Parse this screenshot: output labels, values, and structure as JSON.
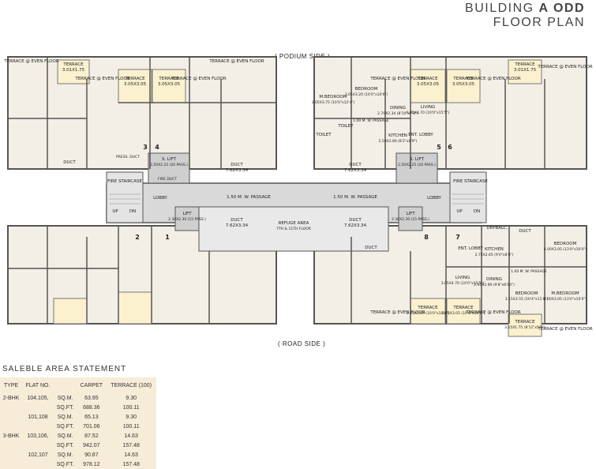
{
  "header": {
    "title_line1_prefix": "BUILDING ",
    "title_line1_bold": "A ODD",
    "title_line2": "FLOOR PLAN"
  },
  "sides": {
    "top": "( PODIUM SIDE )",
    "bottom": "( ROAD SIDE )"
  },
  "labels": {
    "terrace_even": "TERRACE @ EVEN FLOOR",
    "terrace": "TERRACE",
    "terrace_small": "3.01X1.75",
    "terrace_mid": "3.05X3.05",
    "terrace_mid_r": "3.05X3.05 (10'0\"x10'0\")",
    "duct": "DUCT",
    "duct_big": "7.62X3.34",
    "s_lift": "S. LIFT",
    "s_lift_dim": "2.50X2.25 (20 PASS.)",
    "lift": "LIFT",
    "lift_dim": "2.30X2.30 (15 PASS.)",
    "fire_staircase": "FIRE STAIRCASE",
    "lobby": "LOBBY",
    "passage": "1.50 M. W. PASSAGE",
    "passage_small": "1.00 M. W. PASSAGE",
    "refuge": "REFUGE AREA",
    "refuge_sub": "7TH & 11TH FLOOR",
    "up": "UP",
    "dn": "DN",
    "m_bedroom": "M.BEDROOM",
    "m_bedroom_dim": "3.05X3.75 (10'0\"x12'4\")",
    "m_bedroom2_dim": "4.00X3.05 (13'0\"x10'0\")",
    "bedroom": "BEDROOM",
    "bedroom_dim": "3.05X3.20 (10'0\"x10'6\")",
    "bedroom2_dim": "4.00X3.05 (13'0\"x10'0\")",
    "bedroom3_dim": "3.15X3.55 (10'4\"x11'8\")",
    "dining": "DINING",
    "dining_dim": "2.70X2.34 (8'10\"x7'8\")",
    "dining2_dim": "2.95X2.69 (9'8\"x8'10\")",
    "living": "LIVING",
    "living_dim": "3.05X4.70 (10'0\"x15'5\")",
    "kitchen": "KITCHEN",
    "kitchen_dim": "2.50X2.66 (8'2\"x8'9\")",
    "kitchen2_dim": "2.75X2.65 (9'0\"x8'8\")",
    "toilet": "TOILET",
    "ent_lobby": "ENT. LOBBY",
    "drybalc": "DRYBALC.",
    "terrace_bottom_r": "3.15X1.75 (8'11\"x5'9\")",
    "press_duct": "PRESS. DUCT",
    "fire_duct": "FIRE DUCT",
    "unit_numbers": [
      "1",
      "2",
      "3",
      "4",
      "5",
      "6",
      "7",
      "8"
    ]
  },
  "statement": {
    "title": "SALEBLE AREA STATEMENT",
    "headers": [
      "TYPE",
      "FLAT NO.",
      "",
      "CARPET",
      "TERRACE (100)"
    ],
    "rows": [
      [
        "2-BHK",
        "104,105,",
        "SQ.M.",
        "63.95",
        "9.30"
      ],
      [
        "",
        "",
        "SQ.FT.",
        "688.36",
        "100.11"
      ],
      [
        "",
        "101,108",
        "SQ.M.",
        "65.13",
        "9.30"
      ],
      [
        "",
        "",
        "SQ.FT.",
        "701.06",
        "100.11"
      ],
      [
        "3-BHK",
        "103,106,",
        "SQ.M.",
        "87.52",
        "14.63"
      ],
      [
        "",
        "",
        "SQ.FT.",
        "942.07",
        "157.48"
      ],
      [
        "",
        "102,107",
        "SQ.M.",
        "90.87",
        "14.63"
      ],
      [
        "",
        "",
        "SQ.FT.",
        "978.12",
        "157.48"
      ]
    ]
  },
  "colors": {
    "wall": "#555555",
    "floor": "#f3efe6",
    "terrace": "#fbf1cf",
    "core": "#d9d9d9",
    "table_bg": "#f6ecd8"
  }
}
